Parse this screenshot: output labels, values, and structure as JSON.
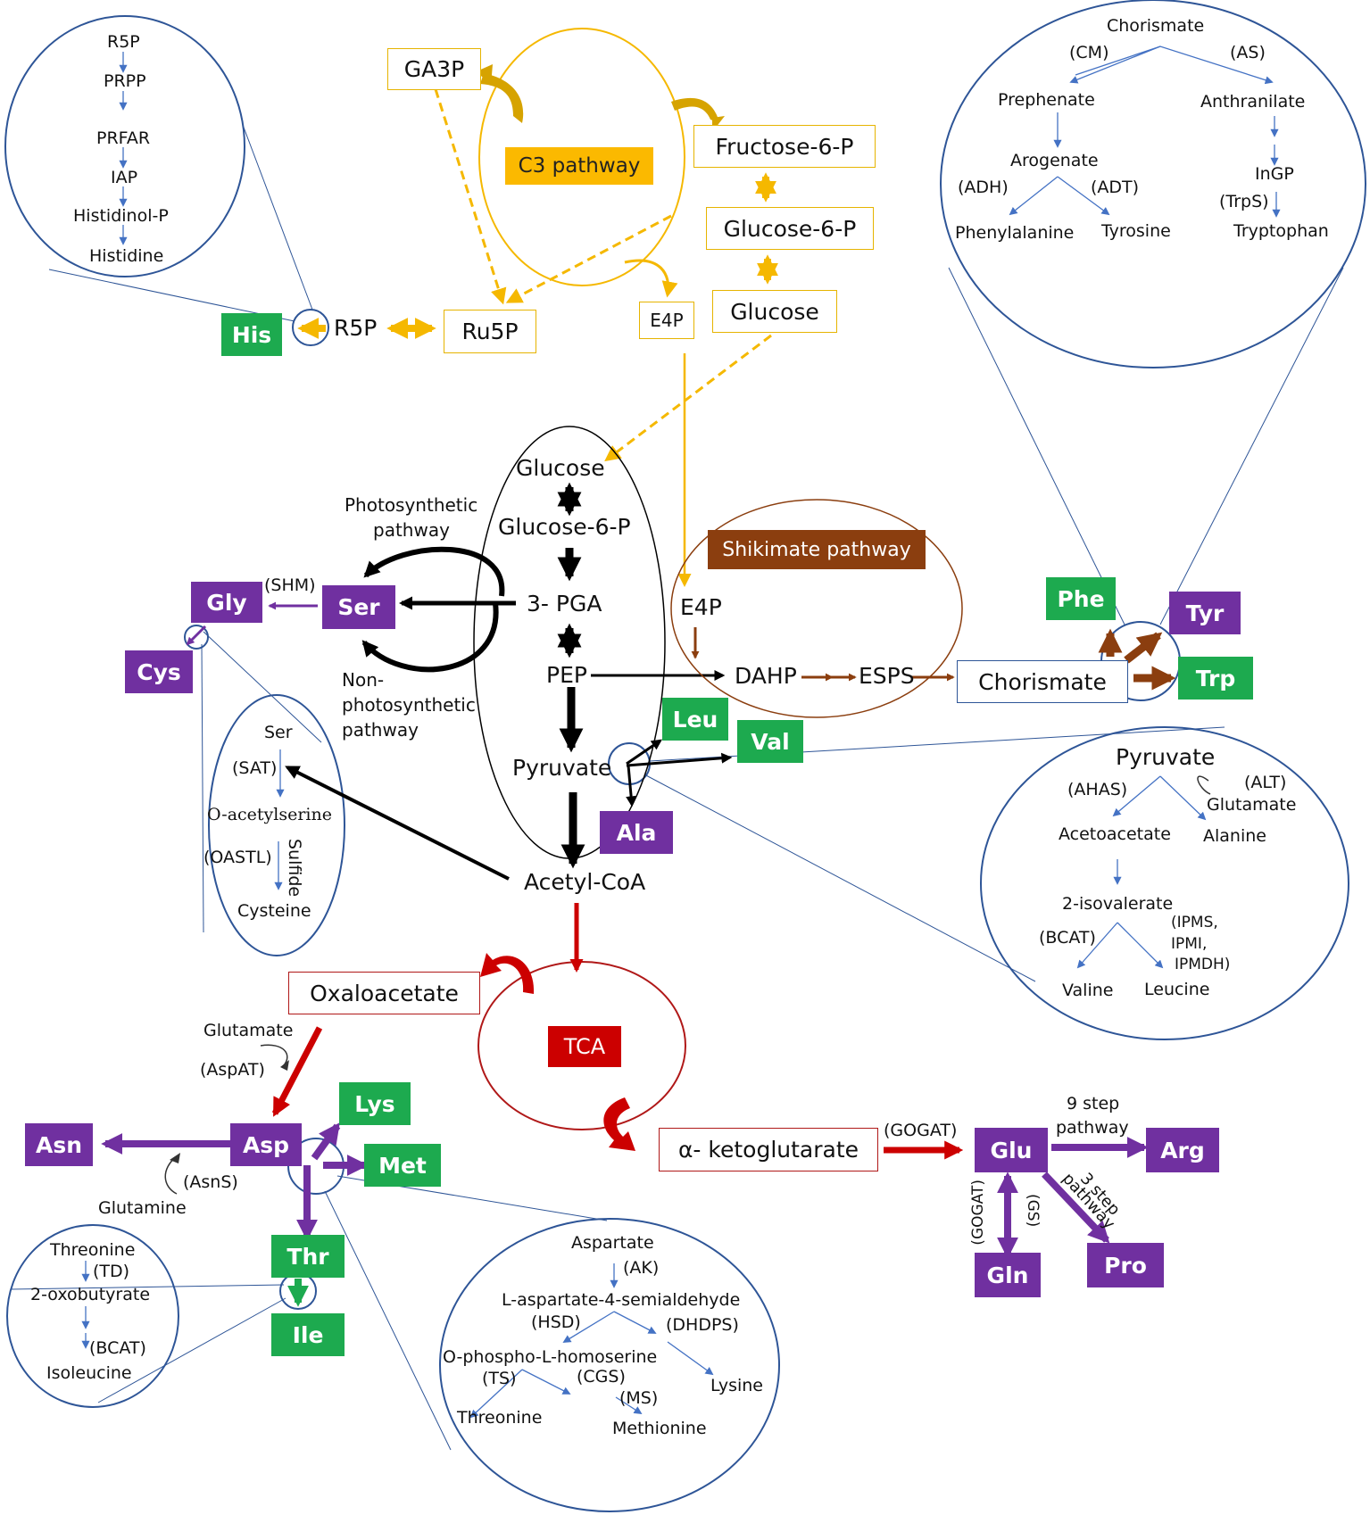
{
  "c3": {
    "ga3p": "GA3P",
    "pathway": "C3 pathway",
    "fructose6p": "Fructose-6-P",
    "glucose6p": "Glucose-6-P",
    "glucose": "Glucose",
    "e4p": "E4P",
    "ru5p": "Ru5P",
    "r5p": "R5P"
  },
  "his_inset": [
    "R5P",
    "PRPP",
    "PRFAR",
    "IAP",
    "Histidinol-P",
    "Histidine"
  ],
  "glycolysis": {
    "glucose": "Glucose",
    "glucose6p": "Glucose-6-P",
    "pga": "3- PGA",
    "pep": "PEP",
    "pyruvate": "Pyruvate",
    "acetylcoa": "Acetyl-CoA"
  },
  "serine": {
    "photosynthetic": [
      "Photosynthetic",
      "pathway"
    ],
    "nonphotosynthetic": [
      "Non-",
      "photosynthetic",
      "pathway"
    ],
    "shm": "(SHM)"
  },
  "cys_inset": {
    "ser": "Ser",
    "sat": "(SAT)",
    "oas": "O-acetylserine",
    "oastl": "(OASTL)",
    "sulfide": "Sulfide",
    "cysteine": "Cysteine"
  },
  "shikimate": {
    "pathway": "Shikimate pathway",
    "e4p": "E4P",
    "dahp": "DAHP",
    "esps": "ESPS",
    "chorismate": "Chorismate"
  },
  "aromatic_inset": {
    "chorismate": "Chorismate",
    "cm": "(CM)",
    "as": "(AS)",
    "prephenate": "Prephenate",
    "anthranilate": "Anthranilate",
    "arogenate": "Arogenate",
    "adh": "(ADH)",
    "adt": "(ADT)",
    "ingp": "InGP",
    "trps": "(TrpS)",
    "phenylalanine": "Phenylalanine",
    "tyrosine": "Tyrosine",
    "tryptophan": "Tryptophan"
  },
  "bcaa_inset": {
    "pyruvate": "Pyruvate",
    "ahas": "(AHAS)",
    "alt": "(ALT)",
    "glutamate": "Glutamate",
    "acetoacetate": "Acetoacetate",
    "alanine": "Alanine",
    "isovalerate": "2-isovalerate",
    "bcat": "(BCAT)",
    "ipms": [
      "(IPMS,",
      "IPMI,",
      "IPMDH)"
    ],
    "valine": "Valine",
    "leucine": "Leucine"
  },
  "tca": {
    "oxaloacetate": "Oxaloacetate",
    "tca": "TCA",
    "akg": "α- ketoglutarate",
    "gogat": "(GOGAT)",
    "glutamate": "Glutamate",
    "aspat": "(AspAT)",
    "asns": "(AsnS)",
    "glutamine": "Glutamine",
    "nine_step": [
      "9 step",
      "pathway"
    ],
    "three_step": [
      "3 step",
      "pathway"
    ],
    "gogat_v": "(GOGAT)",
    "gs": "(GS)"
  },
  "ile_inset": [
    "Threonine",
    "(TD)",
    "2-oxobutyrate",
    "(BCAT)",
    "Isoleucine"
  ],
  "asp_inset": {
    "aspartate": "Aspartate",
    "ak": "(AK)",
    "semialdehyde": "L-aspartate-4-semialdehyde",
    "hsd": "(HSD)",
    "dhdps": "(DHDPS)",
    "ophospho": "O-phospho-L-homoserine",
    "ts": "(TS)",
    "cgs": "(CGS)",
    "ms": "(MS)",
    "lysine": "Lysine",
    "threonine": "Threonine",
    "methionine": "Methionine"
  },
  "amino_acids": {
    "his": "His",
    "gly": "Gly",
    "ser": "Ser",
    "cys": "Cys",
    "phe": "Phe",
    "tyr": "Tyr",
    "trp": "Trp",
    "leu": "Leu",
    "val": "Val",
    "ala": "Ala",
    "asn": "Asn",
    "asp": "Asp",
    "lys": "Lys",
    "met": "Met",
    "thr": "Thr",
    "ile": "Ile",
    "glu": "Glu",
    "arg": "Arg",
    "gln": "Gln",
    "pro": "Pro"
  },
  "colors": {
    "c3": "#f5b800",
    "shikimate": "#8b3e0f",
    "tca": "#cc0000",
    "green_aa": "#1daa4f",
    "purple_aa": "#7030a0",
    "inset": "#2e5597",
    "glycolysis": "#000000"
  }
}
